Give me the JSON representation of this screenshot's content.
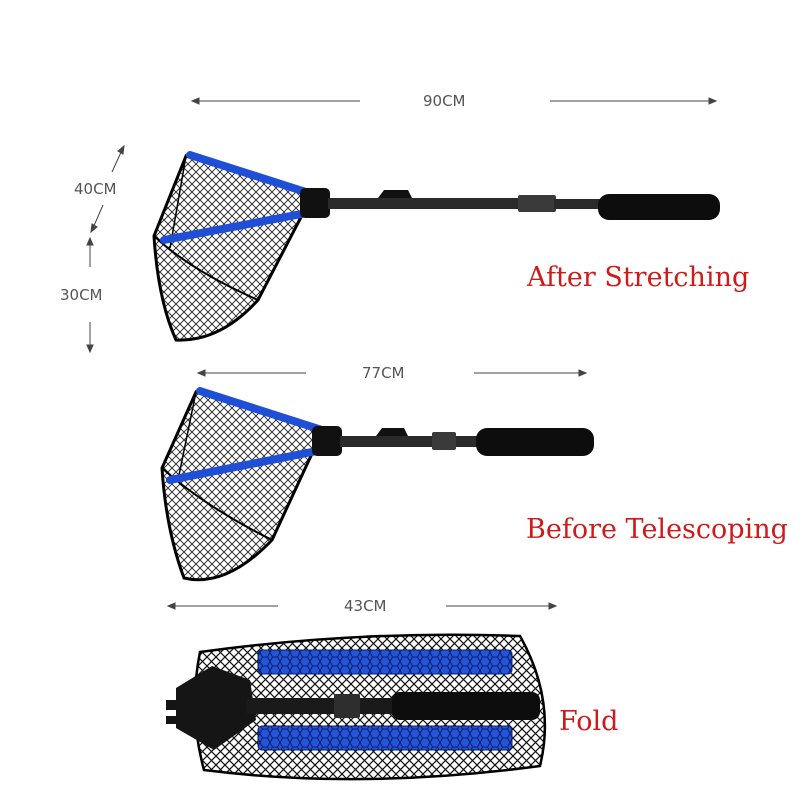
{
  "dimensions": {
    "stretched_length": "90CM",
    "net_width": "40CM",
    "net_depth": "30CM",
    "telescoped_length": "77CM",
    "folded_length": "43CM"
  },
  "captions": {
    "after_stretching": "After Stretching",
    "before_telescoping": "Before Telescoping",
    "fold": "Fold"
  },
  "colors": {
    "caption": "#d01a1a",
    "frame_blue": "#1f4fd6",
    "net_black": "#111111"
  }
}
